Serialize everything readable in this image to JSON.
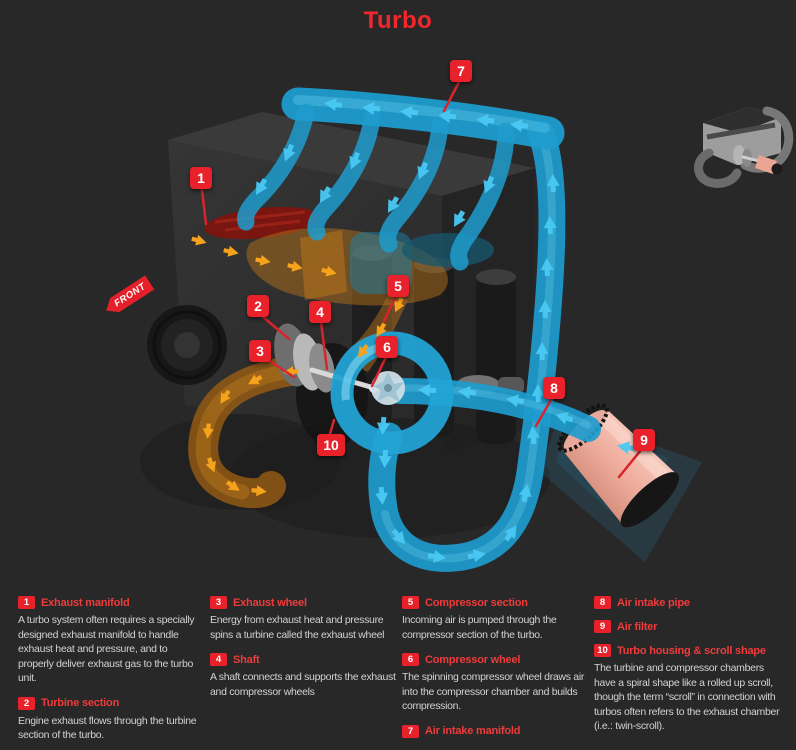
{
  "title": "Turbo",
  "front_label": "FRONT",
  "colors": {
    "background": "#282828",
    "accent_red": "#e8212b",
    "legend_title_red": "#ef3b3b",
    "pipe_blue": "#1e9ccd",
    "arrow_cyan": "#49c9f4",
    "exhaust_orange": "#f6a21c",
    "exhaust_pipe_amber": "#a05e13",
    "filter_pink": "#f2b5a7",
    "body_text": "#d2d2d2"
  },
  "legend": {
    "items": [
      {
        "num": "1",
        "title": "Exhaust manifold",
        "desc": "A turbo system often requires a specially designed exhaust manifold to handle exhaust heat and pressure, and to properly deliver exhaust gas to the turbo unit."
      },
      {
        "num": "2",
        "title": "Turbine section",
        "desc": "Engine exhaust flows through the turbine section of the turbo."
      },
      {
        "num": "3",
        "title": "Exhaust wheel",
        "desc": "Energy from exhaust heat and pressure spins a turbine called the exhaust wheel"
      },
      {
        "num": "4",
        "title": "Shaft",
        "desc": "A shaft connects and supports the exhaust and compressor wheels"
      },
      {
        "num": "5",
        "title": "Compressor section",
        "desc": "Incoming air is pumped through the compressor section of the turbo."
      },
      {
        "num": "6",
        "title": "Compressor wheel",
        "desc": "The spinning compressor wheel draws air into the compressor chamber and builds compression."
      },
      {
        "num": "7",
        "title": "Air intake manifold",
        "desc": ""
      },
      {
        "num": "8",
        "title": "Air intake pipe",
        "desc": ""
      },
      {
        "num": "9",
        "title": "Air filter",
        "desc": ""
      },
      {
        "num": "10",
        "title": "Turbo housing & scroll shape",
        "desc": "The turbine and compressor chambers have a spiral shape like a rolled up scroll, though the term “scroll” in connection with turbos often refers to the exhaust chamber (i.e.: twin-scroll)."
      }
    ]
  }
}
